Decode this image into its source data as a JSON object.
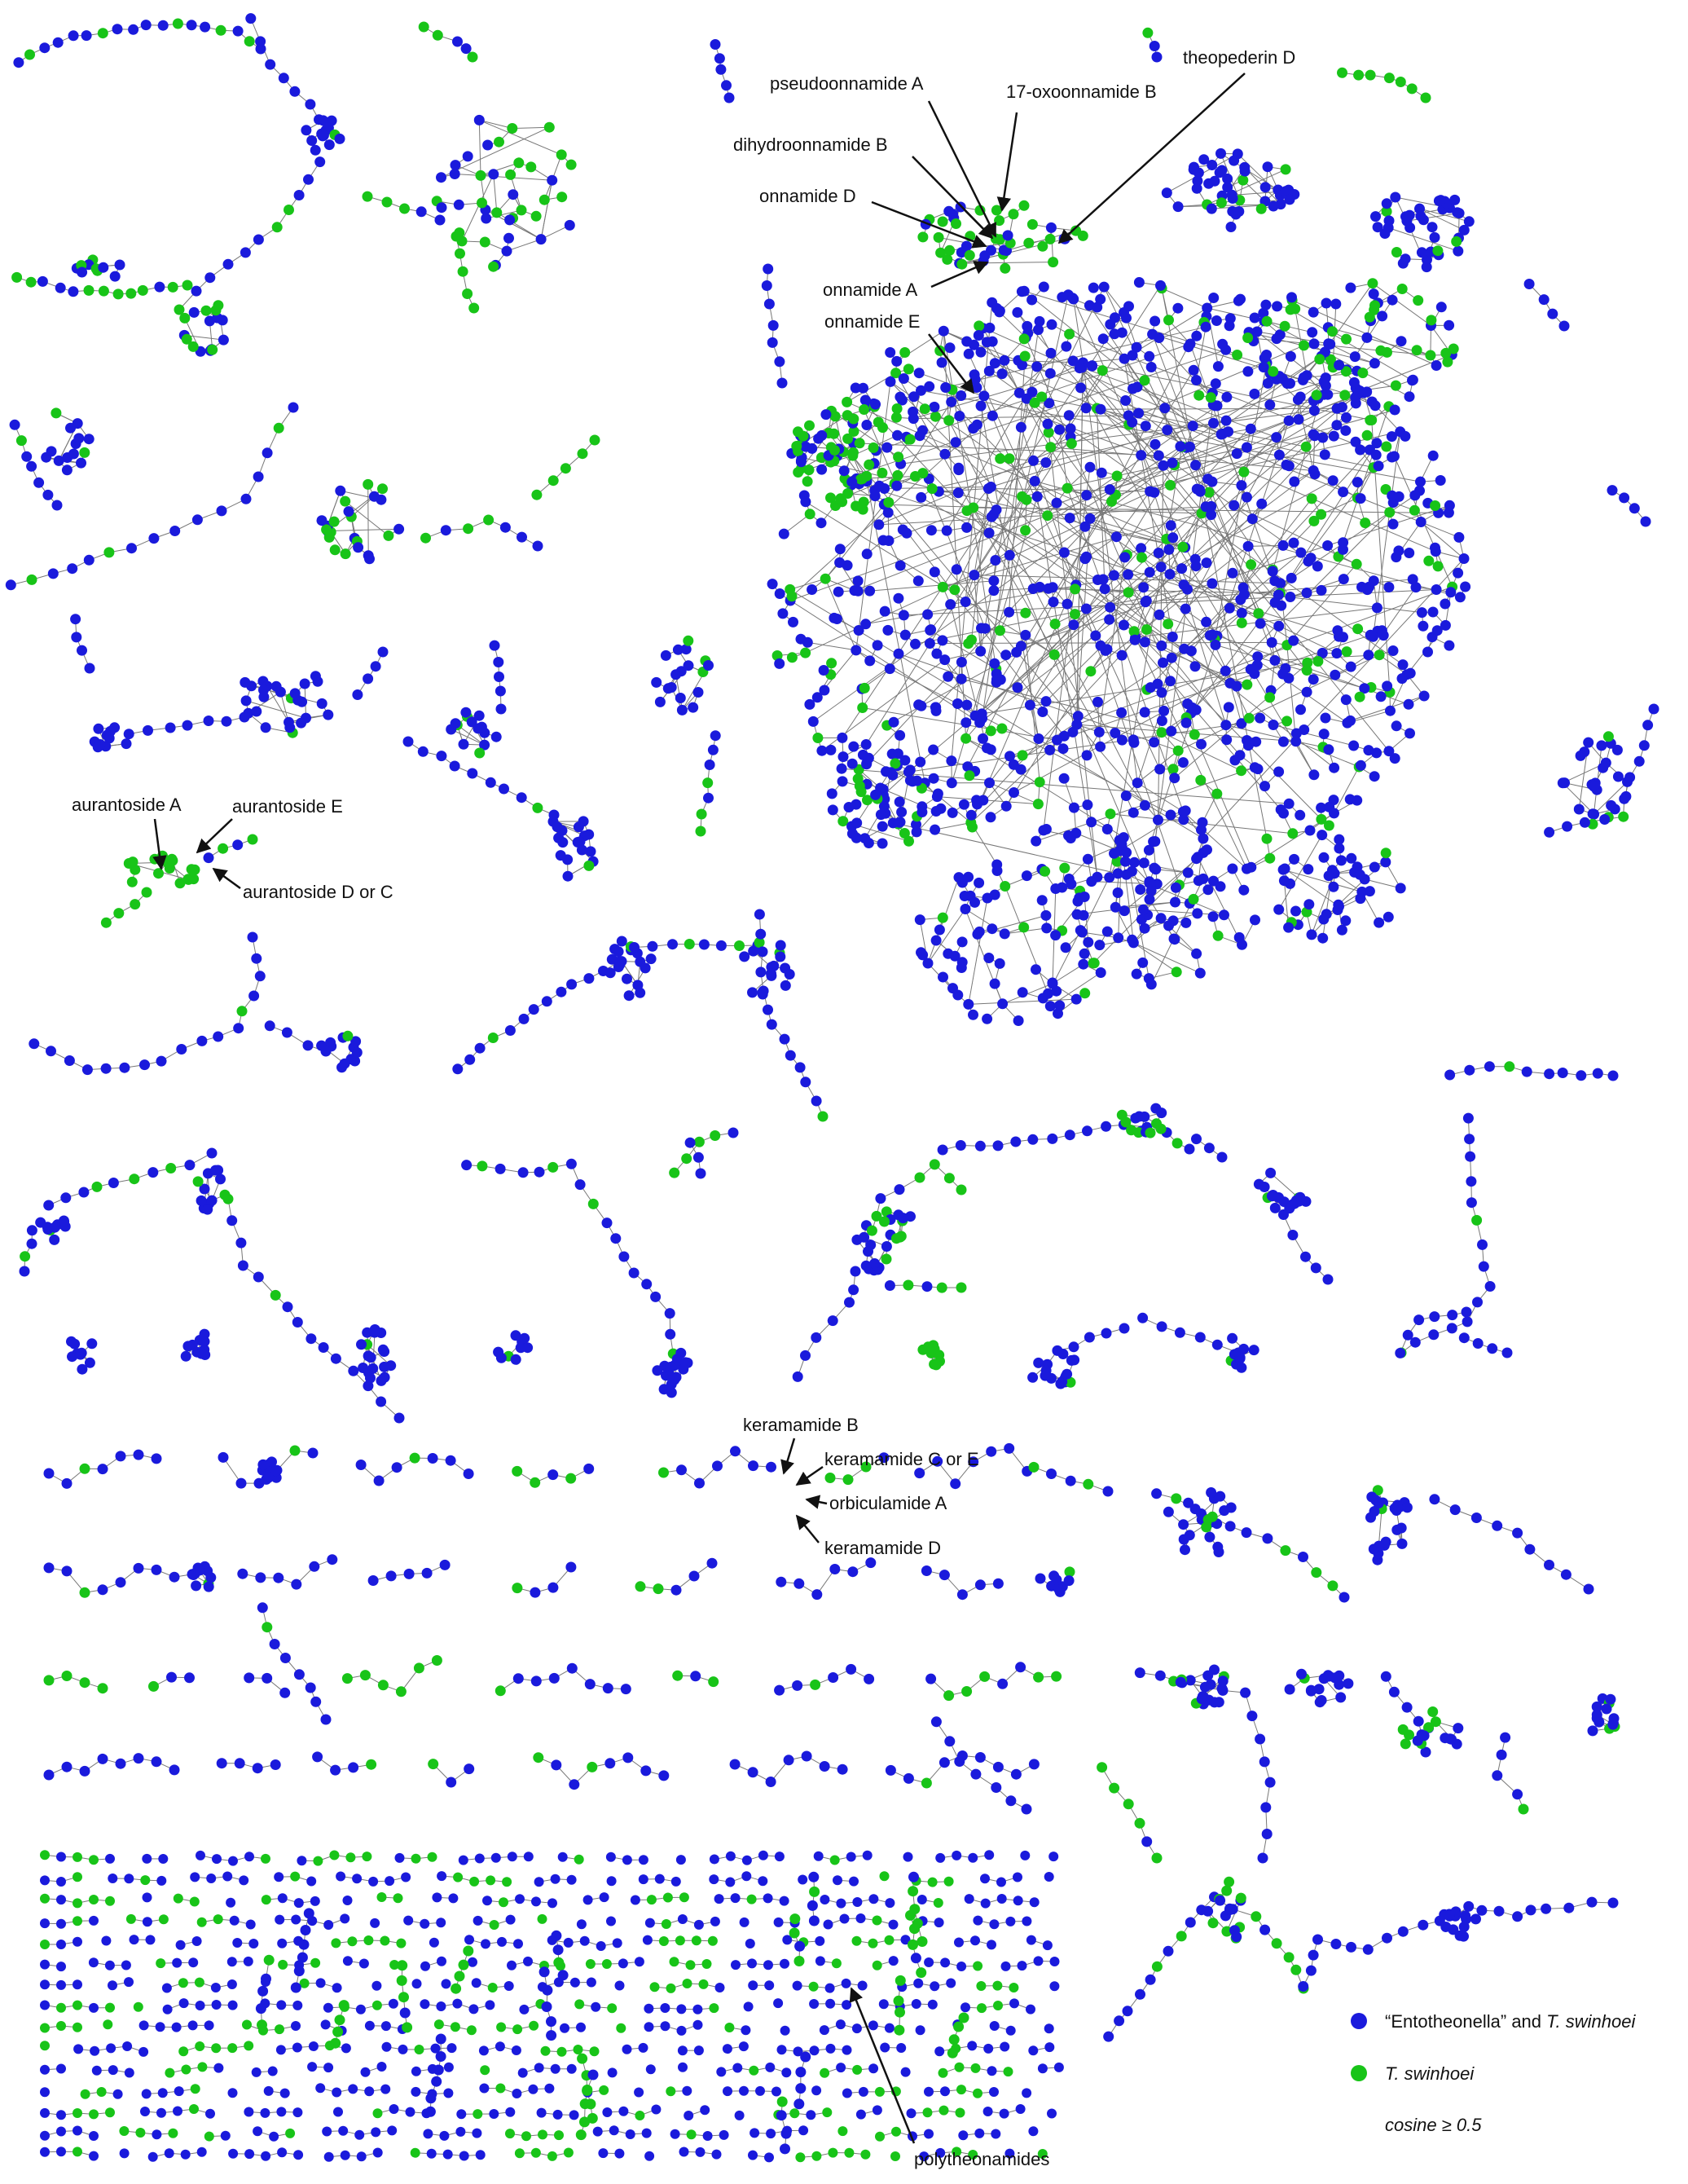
{
  "colors": {
    "blue_node": "#1a1adc",
    "green_node": "#18c418",
    "edge": "#777777",
    "arrow": "#111111"
  },
  "annotations": [
    {
      "id": "pseudoonnamide-a",
      "text": "pseudoonnamide A"
    },
    {
      "id": "oxoonnamide-b",
      "text": "17-oxoonnamide B"
    },
    {
      "id": "theopederin-d",
      "text": "theopederin D"
    },
    {
      "id": "dihydroonnamide-b",
      "text": "dihydroonnamide B"
    },
    {
      "id": "onnamide-d",
      "text": "onnamide D"
    },
    {
      "id": "onnamide-a",
      "text": "onnamide A"
    },
    {
      "id": "onnamide-e",
      "text": "onnamide E"
    },
    {
      "id": "aurantoside-a",
      "text": "aurantoside A"
    },
    {
      "id": "aurantoside-e",
      "text": "aurantoside E"
    },
    {
      "id": "aurantoside-dc",
      "text": "aurantoside D or C"
    },
    {
      "id": "keramamide-b",
      "text": "keramamide B"
    },
    {
      "id": "keramamide-ce",
      "text": "keramamide C or E"
    },
    {
      "id": "orbiculamide-a",
      "text": "orbiculamide  A"
    },
    {
      "id": "keramamide-d",
      "text": "keramamide D"
    },
    {
      "id": "polytheonamides",
      "text": "polytheonamides"
    }
  ],
  "legend": {
    "blue_prefix": "“Entotheonella” and ",
    "blue_species": "T. swinhoei",
    "green_species": "T. swinhoei",
    "cosine": "cosine ≥ 0.5"
  }
}
